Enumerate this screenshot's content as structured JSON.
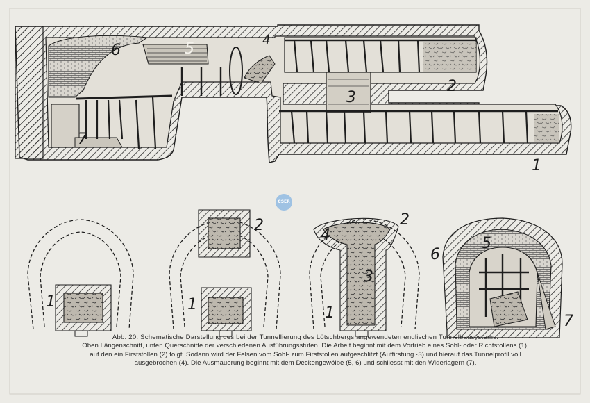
{
  "watermark": "CSER",
  "section_labels": {
    "upper": [
      "6",
      "5",
      "4",
      "2",
      "3",
      "7",
      "1"
    ],
    "stage1": [
      "1"
    ],
    "stage2": [
      "2",
      "1"
    ],
    "stage3": [
      "4",
      "2",
      "3",
      "1"
    ],
    "stage4": [
      "6",
      "5",
      "7"
    ]
  },
  "caption": {
    "line1": "Abb. 20.  Schematische Darstellung des bei der Tunnellierung des Lötschbergs angewendeten englischen Tunnelbausystems.",
    "line2": "Oben Längenschnitt, unten Querschnitte der verschiedenen Ausführungsstufen.  Die Arbeit beginnt mit dem Vortrieb eines Sohl- oder Richtstollens (1),",
    "line3": "auf den ein Firststollen (2) folgt.  Sodann wird der Felsen vom Sohl- zum Firststollen aufgeschlitzt (Auffirstung ·3)  und  hierauf das Tunnelprofil voll",
    "line4": "ausgebrochen (4).  Die Ausmauerung beginnt mit dem Deckengewölbe (5, 6) und schliesst mit den Widerlagern (7)."
  },
  "colors": {
    "ink": "#1e1e1e",
    "paper": "#ecebe6",
    "watermark": "#9fc2e3"
  }
}
